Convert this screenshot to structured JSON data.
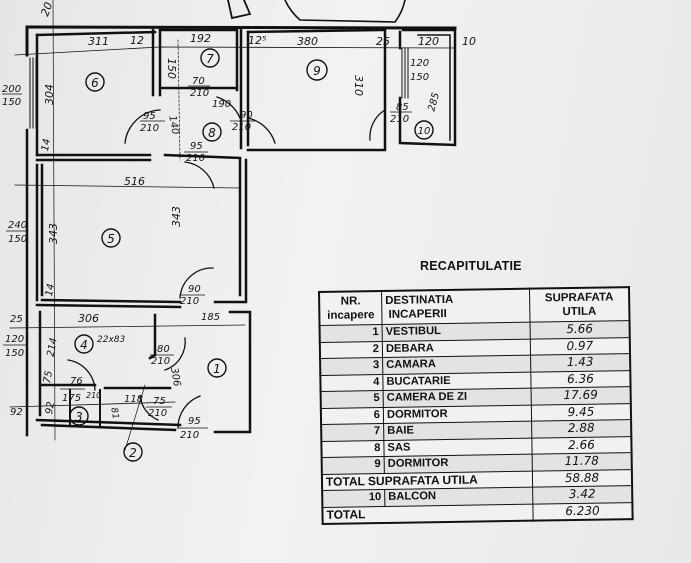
{
  "recap": {
    "title": "RECAPITULATIE",
    "headers": {
      "nr": [
        "NR.",
        "incapere"
      ],
      "destination": [
        "DESTINATIA",
        "INCAPERII"
      ],
      "area": [
        "SUPRAFATA",
        "UTILA"
      ]
    },
    "rooms": [
      {
        "nr": "1",
        "name": "VESTIBUL",
        "area": "5.66"
      },
      {
        "nr": "2",
        "name": "DEBARA",
        "area": "0.97"
      },
      {
        "nr": "3",
        "name": "CAMARA",
        "area": "1.43"
      },
      {
        "nr": "4",
        "name": "BUCATARIE",
        "area": "6.36"
      },
      {
        "nr": "5",
        "name": "CAMERA DE ZI",
        "area": "17.69"
      },
      {
        "nr": "6",
        "name": "DORMITOR",
        "area": "9.45"
      },
      {
        "nr": "7",
        "name": "BAIE",
        "area": "2.88"
      },
      {
        "nr": "8",
        "name": "SAS",
        "area": "2.66"
      },
      {
        "nr": "9",
        "name": "DORMITOR",
        "area": "11.78"
      }
    ],
    "total_useful": {
      "label": "TOTAL SUPRAFATA UTILA",
      "area": "58.88"
    },
    "balcony": {
      "nr": "10",
      "name": "BALCON",
      "area": "3.42"
    },
    "total": {
      "label": "TOTAL",
      "area": "6.230"
    }
  },
  "plan": {
    "room_labels": {
      "r1": "1",
      "r2": "2",
      "r3": "3",
      "r4": "4",
      "r5": "5",
      "r6": "6",
      "r7": "7",
      "r8": "8",
      "r9": "9",
      "r10": "10"
    },
    "dimensions": {
      "d20": "20",
      "d311": "311",
      "d12": "12",
      "d192": "192",
      "d125": "12⁵",
      "d380": "380",
      "d25top": "25",
      "d120top": "120",
      "d10": "10",
      "d150v": "150",
      "d304": "304",
      "win6_w": "200",
      "win6_h": "150",
      "d70": "70",
      "d70h": "210",
      "d190": "190",
      "d95a": "95",
      "d95a_h": "210",
      "d140": "140",
      "d90a": "90",
      "d90a_h": "210",
      "d95b": "95",
      "d95b_h": "210",
      "d310": "310",
      "d120b": "120",
      "d150b": "150",
      "d85": "85",
      "d85_h": "210",
      "d285": "285",
      "d14a": "14",
      "d516": "516",
      "d343a": "343",
      "d343b": "343",
      "win5_w": "240",
      "win5_h": "150",
      "d14b": "14",
      "d90b": "90",
      "d90b_h": "210",
      "d185": "185",
      "d25b": "25",
      "d306": "306",
      "win4_w": "120",
      "win4_h": "150",
      "d214": "214",
      "d22x83": "22x83",
      "d80": "80",
      "d80_h": "210",
      "d75a": "75",
      "d76": "76",
      "d175": "175",
      "d210c": "210",
      "d306b": "306",
      "d92a": "92",
      "d92b": "92",
      "d118": "118",
      "d81": "81",
      "d75b": "75",
      "d75b_h": "210",
      "d95c": "95",
      "d95c_h": "210"
    }
  }
}
